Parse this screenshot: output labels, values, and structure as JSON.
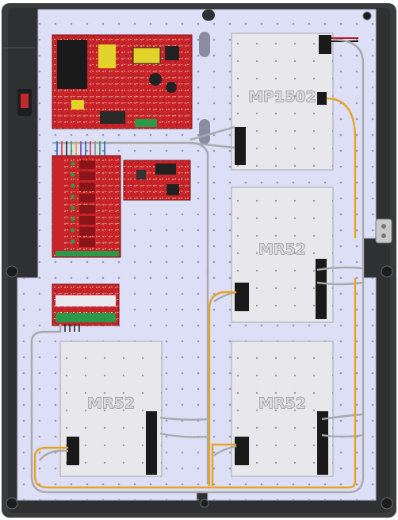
{
  "boards": {
    "top_right": {
      "label": "MP1502"
    },
    "mid_right": {
      "label": "MR52"
    },
    "bottom_left": {
      "label": "MR52"
    },
    "bottom_right": {
      "label": "MR52"
    }
  },
  "colors": {
    "enclosure": "#3a3b3d",
    "backplate": "#dcdff5",
    "module": "#e8e8ec",
    "pcb": "#c8242a",
    "wire_yellow": "#e7a321",
    "wire_gray": "#a9a9ad"
  }
}
